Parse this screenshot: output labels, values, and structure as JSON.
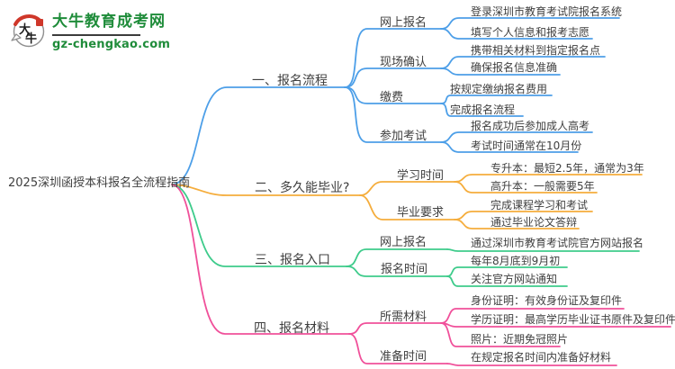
{
  "logo": {
    "icon_text": "大牛",
    "site_name": "大牛教育成考网",
    "site_domain": "gz-chengkao.com",
    "brand_green": "#1f8c3a",
    "brand_red": "#cf372a"
  },
  "root": {
    "label": "2025深圳函授本科报名全流程指南"
  },
  "branches": [
    {
      "label": "一、报名流程",
      "color": "#4d9fe8",
      "children": [
        {
          "label": "网上报名",
          "leaves": [
            "登录深圳市教育考试院报名系统",
            "填写个人信息和报考志愿"
          ]
        },
        {
          "label": "现场确认",
          "leaves": [
            "携带相关材料到指定报名点",
            "确保报名信息准确"
          ]
        },
        {
          "label": "缴费",
          "leaves": [
            "按规定缴纳报名费用",
            "完成报名流程"
          ]
        },
        {
          "label": "参加考试",
          "leaves": [
            "报名成功后参加成人高考",
            "考试时间通常在10月份"
          ]
        }
      ]
    },
    {
      "label": "二、多久能毕业?",
      "color": "#f5ad3c",
      "children": [
        {
          "label": "学习时间",
          "leaves": [
            "专升本：最短2.5年，通常为3年",
            "高升本：一般需要5年"
          ]
        },
        {
          "label": "毕业要求",
          "leaves": [
            "完成课程学习和考试",
            "通过毕业论文答辩"
          ]
        }
      ]
    },
    {
      "label": "三、报名入口",
      "color": "#3ecb8b",
      "children": [
        {
          "label": "网上报名",
          "leaves": [
            "通过深圳市教育考试院官方网站报名"
          ]
        },
        {
          "label": "报名时间",
          "leaves": [
            "每年8月底到9月初",
            "关注官方网站通知"
          ]
        }
      ]
    },
    {
      "label": "四、报名材料",
      "color": "#f0509a",
      "children": [
        {
          "label": "所需材料",
          "leaves": [
            "身份证明：有效身份证及复印件",
            "学历证明：最高学历毕业证书原件及复印件",
            "照片：近期免冠照片"
          ]
        },
        {
          "label": "准备时间",
          "leaves": [
            "在规定报名时间内准备好材料"
          ]
        }
      ]
    }
  ]
}
